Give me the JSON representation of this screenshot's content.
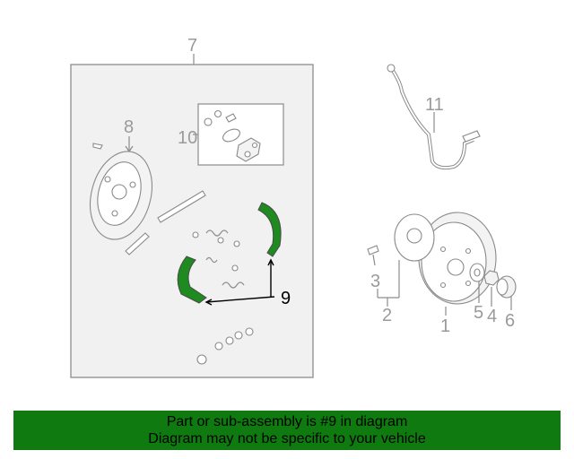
{
  "diagram": {
    "callouts": {
      "c1": "1",
      "c2": "2",
      "c3": "3",
      "c4": "4",
      "c5": "5",
      "c6": "6",
      "c7": "7",
      "c8": "8",
      "c9": "9",
      "c10": "10",
      "c11": "11"
    },
    "highlighted_part": "9",
    "colors": {
      "highlight": "#1f8a1f",
      "banner": "#0f7a0f",
      "line": "#8c8c8c"
    }
  },
  "footer": {
    "line1": "Part or sub-assembly is #9 in diagram",
    "line2": "Diagram may not be specific to your vehicle"
  }
}
